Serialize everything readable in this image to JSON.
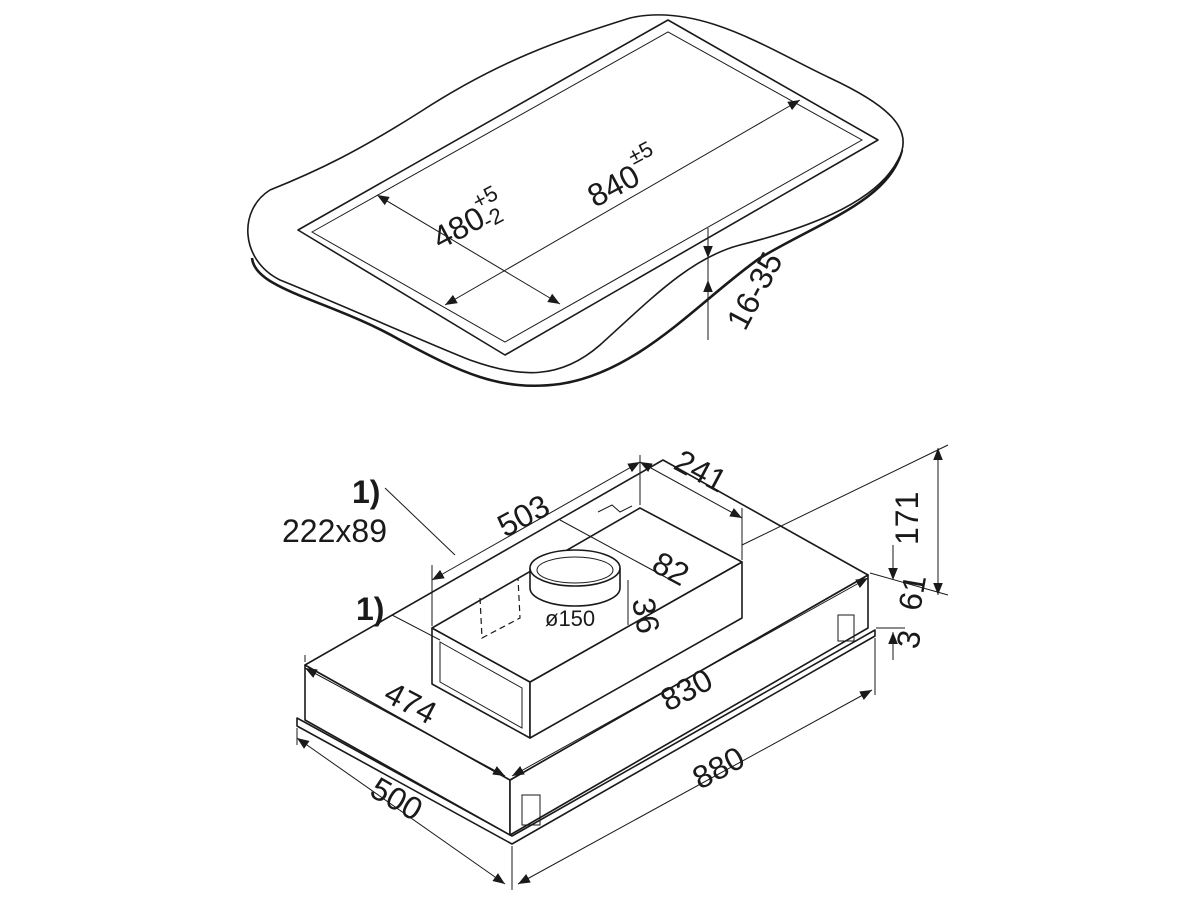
{
  "cutout_drawing": {
    "length_label": "840",
    "length_tolerance": "±5",
    "width_label": "480",
    "width_tol_plus": "+5",
    "width_tol_minus": "-2",
    "thickness_label": "16-35"
  },
  "hood_drawing": {
    "note1_marker": "1)",
    "note1_size": "222x89",
    "note2_marker": "1)",
    "box_length": "503",
    "box_depth": "241",
    "total_height": "171",
    "body_height": "61",
    "plate_thickness": "3",
    "duct_offset": "82",
    "duct_height": "36",
    "duct_diameter": "ø150",
    "body_depth": "474",
    "body_length": "830",
    "plate_length": "880",
    "plate_depth": "500"
  }
}
